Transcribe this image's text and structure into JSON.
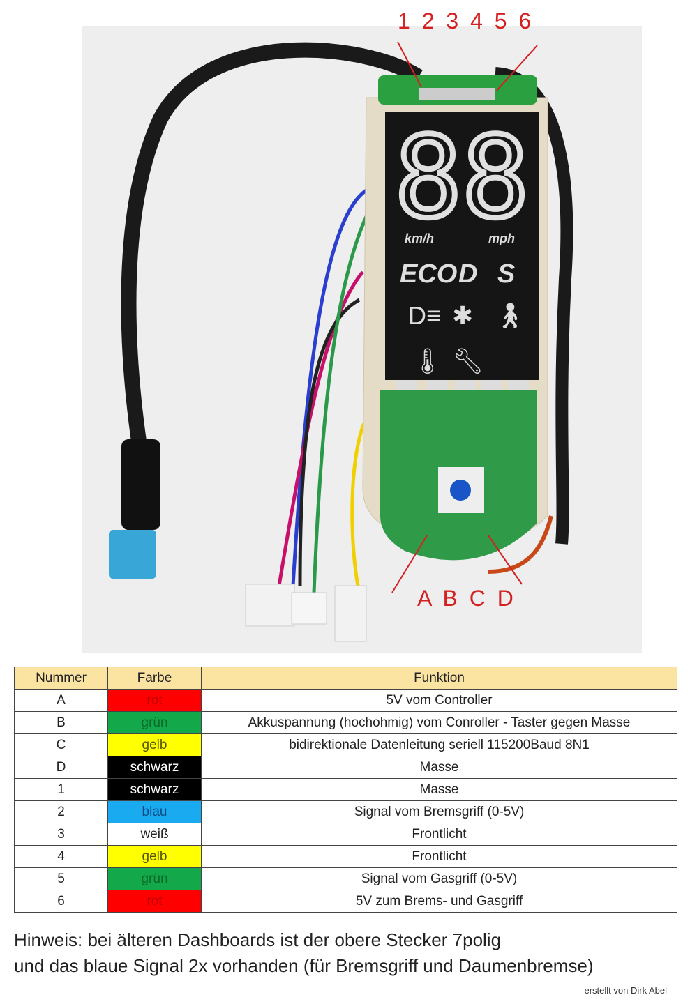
{
  "diagram": {
    "top_pin_labels": "1 2 3 4 5 6",
    "bottom_pin_labels": "A B C D",
    "display": {
      "digits": "88",
      "unit_left": "km/h",
      "unit_right": "mph",
      "modes": [
        "ECO",
        "D",
        "S"
      ]
    }
  },
  "table": {
    "headers": [
      "Nummer",
      "Farbe",
      "Funktion"
    ],
    "rows": [
      {
        "nummer": "A",
        "farbe": "rot",
        "color": "#ff0000",
        "text_color": "#c00000",
        "funktion": "5V vom Controller"
      },
      {
        "nummer": "B",
        "farbe": "grün",
        "color": "#13a84a",
        "text_color": "#0a6a2a",
        "funktion": "Akkuspannung (hochohmig) vom Conroller - Taster gegen Masse"
      },
      {
        "nummer": "C",
        "farbe": "gelb",
        "color": "#ffff00",
        "text_color": "#555500",
        "funktion": "bidirektionale Datenleitung seriell 115200Baud 8N1"
      },
      {
        "nummer": "D",
        "farbe": "schwarz",
        "color": "#000000",
        "text_color": "#ffffff",
        "funktion": "Masse"
      },
      {
        "nummer": "1",
        "farbe": "schwarz",
        "color": "#000000",
        "text_color": "#ffffff",
        "funktion": "Masse"
      },
      {
        "nummer": "2",
        "farbe": "blau",
        "color": "#1aaaf0",
        "text_color": "#0a4a80",
        "funktion": "Signal vom Bremsgriff (0-5V)"
      },
      {
        "nummer": "3",
        "farbe": "weiß",
        "color": "#ffffff",
        "text_color": "#222222",
        "funktion": "Frontlicht"
      },
      {
        "nummer": "4",
        "farbe": "gelb",
        "color": "#ffff00",
        "text_color": "#555500",
        "funktion": "Frontlicht"
      },
      {
        "nummer": "5",
        "farbe": "grün",
        "color": "#13a84a",
        "text_color": "#0a6a2a",
        "funktion": "Signal vom Gasgriff (0-5V)"
      },
      {
        "nummer": "6",
        "farbe": "rot",
        "color": "#ff0000",
        "text_color": "#c00000",
        "funktion": "5V zum Brems- und Gasgriff"
      }
    ]
  },
  "note": [
    "Hinweis: bei älteren Dashboards ist der obere Stecker 7polig",
    "und das blaue Signal 2x vorhanden (für Bremsgriff und Daumenbremse)"
  ],
  "credit": "erstellt von Dirk Abel"
}
